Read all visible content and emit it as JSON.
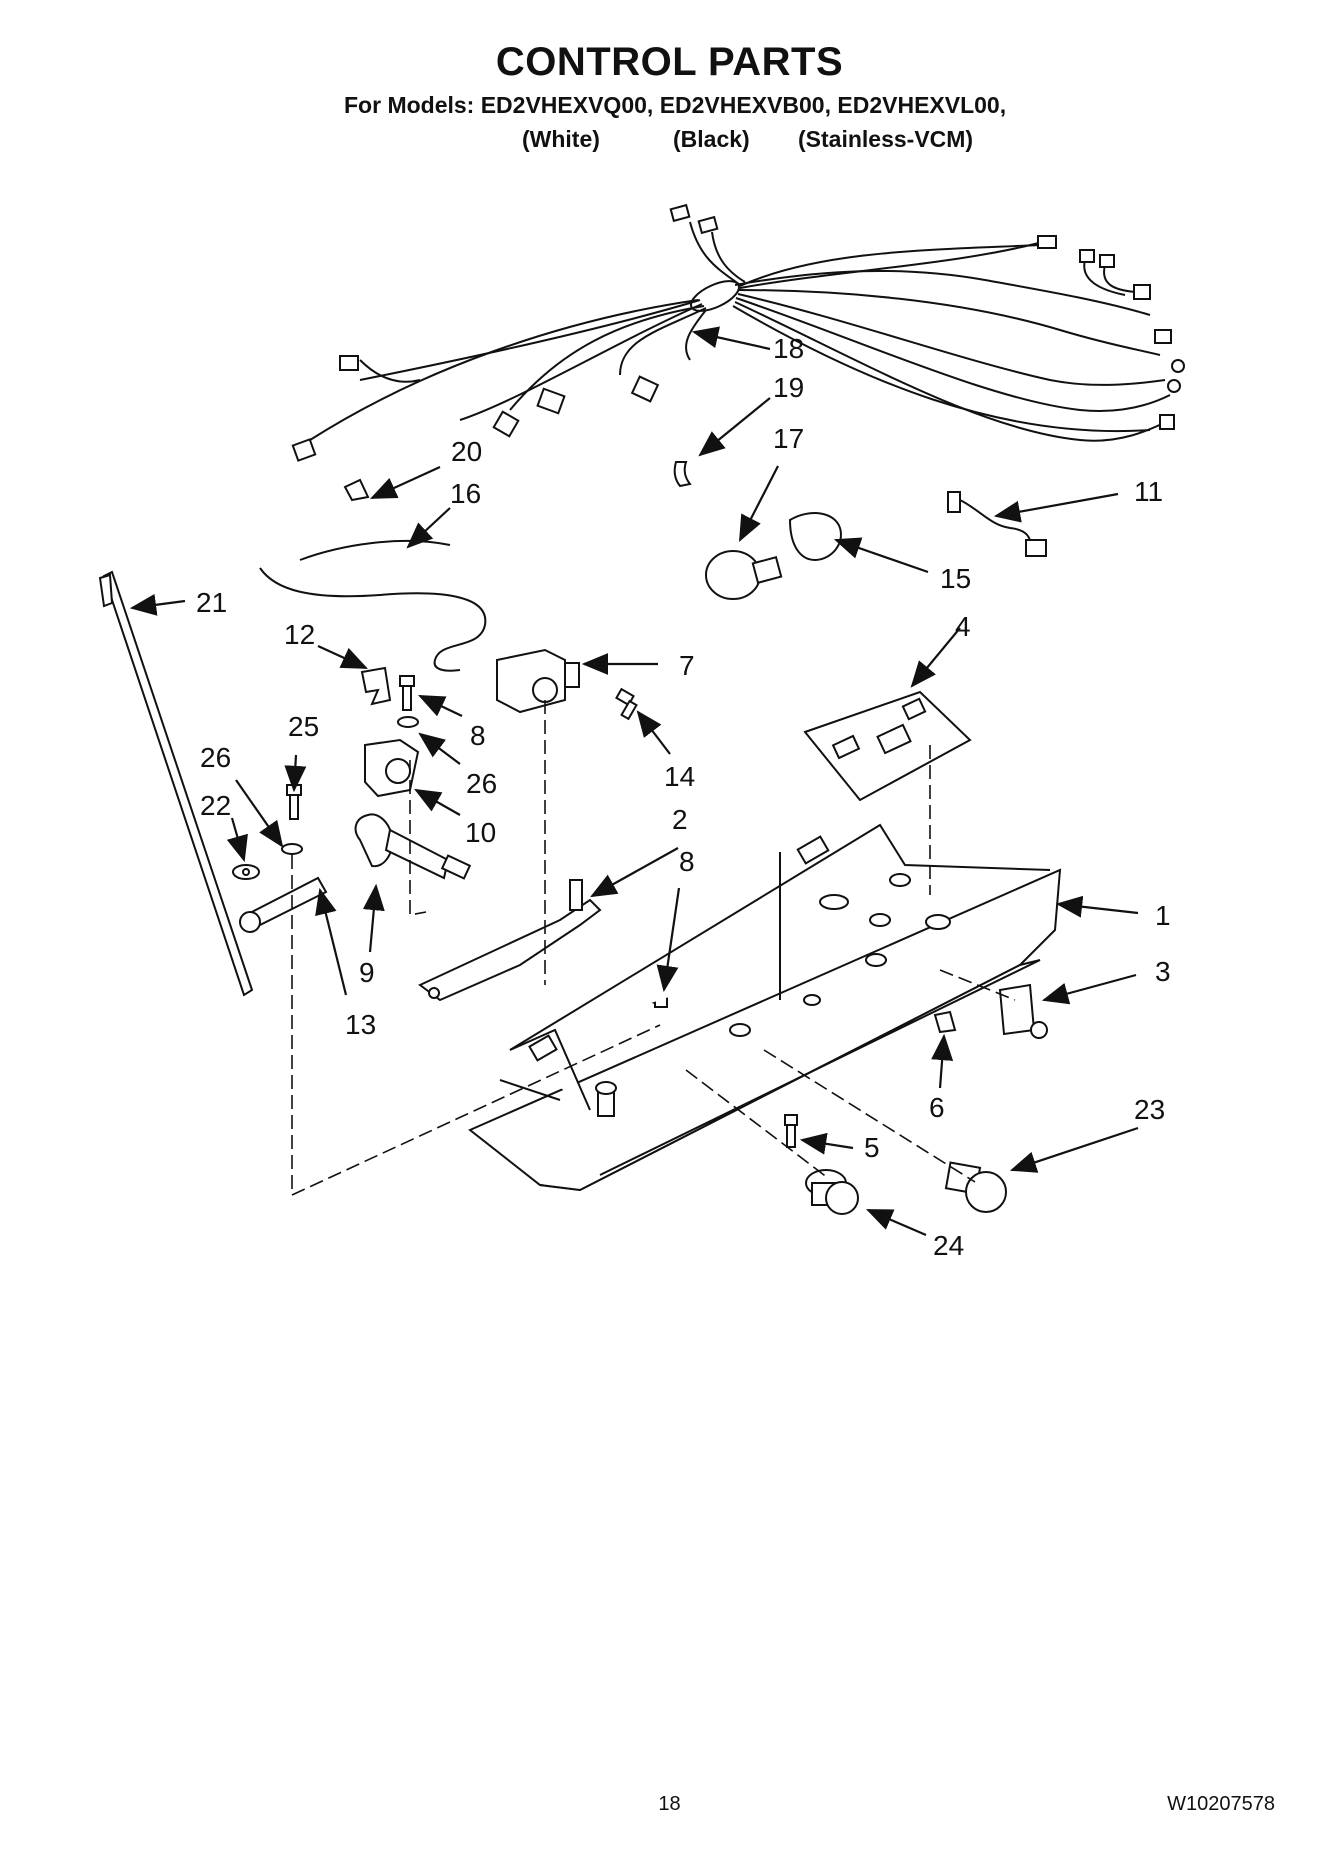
{
  "title": "CONTROL PARTS",
  "models_line": "For Models: ED2VHEXVQ00, ED2VHEXVB00, ED2VHEXVL00,",
  "variants": [
    "(White)",
    "(Black)",
    "(Stainless-VCM)"
  ],
  "callouts": [
    "1",
    "2",
    "3",
    "4",
    "5",
    "6",
    "7",
    "8",
    "8",
    "9",
    "10",
    "11",
    "12",
    "13",
    "14",
    "15",
    "16",
    "17",
    "18",
    "19",
    "20",
    "21",
    "22",
    "23",
    "24",
    "25",
    "26",
    "26"
  ],
  "page_number": "18",
  "doc_code": "W10207578"
}
